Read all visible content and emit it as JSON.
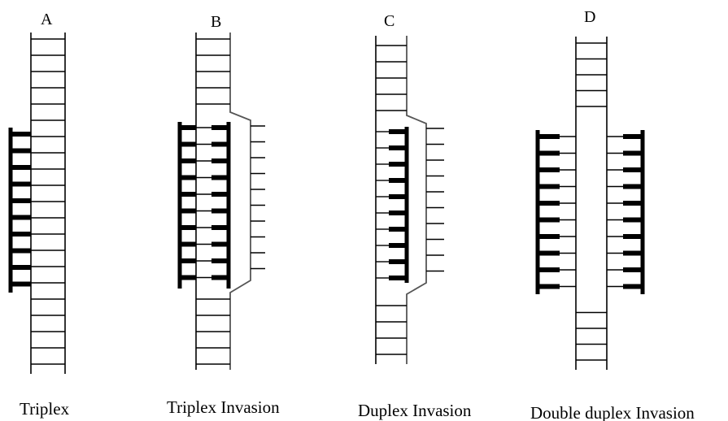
{
  "panels": [
    {
      "id": "A",
      "letter": "A",
      "caption": "Triplex"
    },
    {
      "id": "B",
      "letter": "B",
      "caption": "Triplex Invasion"
    },
    {
      "id": "C",
      "letter": "C",
      "caption": "Duplex Invasion"
    },
    {
      "id": "D",
      "letter": "D",
      "caption": "Double duplex Invasion"
    }
  ],
  "colors": {
    "strand": "#000000",
    "pna": "#000000",
    "outline": "#555555"
  }
}
